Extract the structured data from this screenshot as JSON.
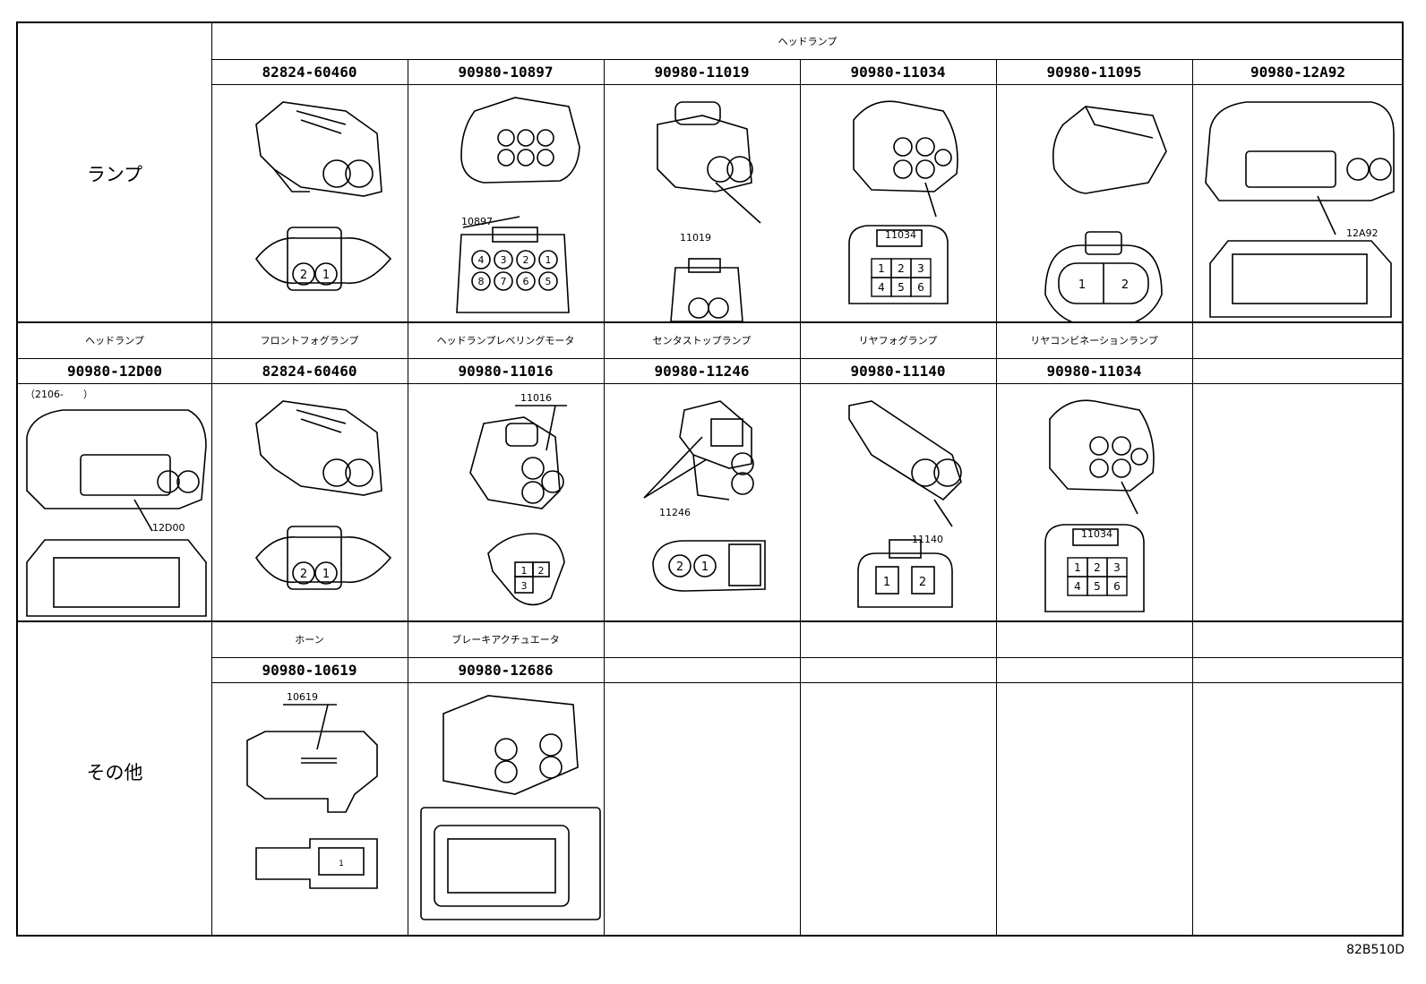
{
  "categories": {
    "lamp": "ランプ",
    "other": "その他"
  },
  "row1": {
    "system": "ヘッドランプ",
    "parts": [
      "82824-60460",
      "90980-10897",
      "90980-11019",
      "90980-11034",
      "90980-11095",
      "90980-12A92"
    ],
    "callouts": [
      "",
      "10897",
      "11019",
      "11034",
      "",
      "12A92"
    ]
  },
  "row2": {
    "systems": [
      "ヘッドランプ",
      "フロントフォグランプ",
      "ヘッドランプレベリングモータ",
      "センタストップランプ",
      "リヤフォグランプ",
      "リヤコンビネーションランプ",
      ""
    ],
    "parts": [
      "90980-12D00",
      "82824-60460",
      "90980-11016",
      "90980-11246",
      "90980-11140",
      "90980-11034",
      ""
    ],
    "callouts": [
      "12D00",
      "",
      "11016",
      "11246",
      "11140",
      "11034",
      ""
    ],
    "note": "（2106-　　）"
  },
  "row3": {
    "systems": [
      "ホーン",
      "ブレーキアクチュエータ"
    ],
    "parts": [
      "90980-10619",
      "90980-12686"
    ],
    "callouts": [
      "10619",
      ""
    ]
  },
  "pins": {
    "p2": [
      "2",
      "1"
    ],
    "p8": [
      "4",
      "3",
      "2",
      "1",
      "8",
      "7",
      "6",
      "5"
    ],
    "p6": [
      "1",
      "2",
      "3",
      "4",
      "5",
      "6"
    ],
    "p2b": [
      "1",
      "2"
    ],
    "p3": [
      "1",
      "2",
      "3"
    ],
    "p1": [
      "1"
    ]
  },
  "figure_id": "82B510D"
}
